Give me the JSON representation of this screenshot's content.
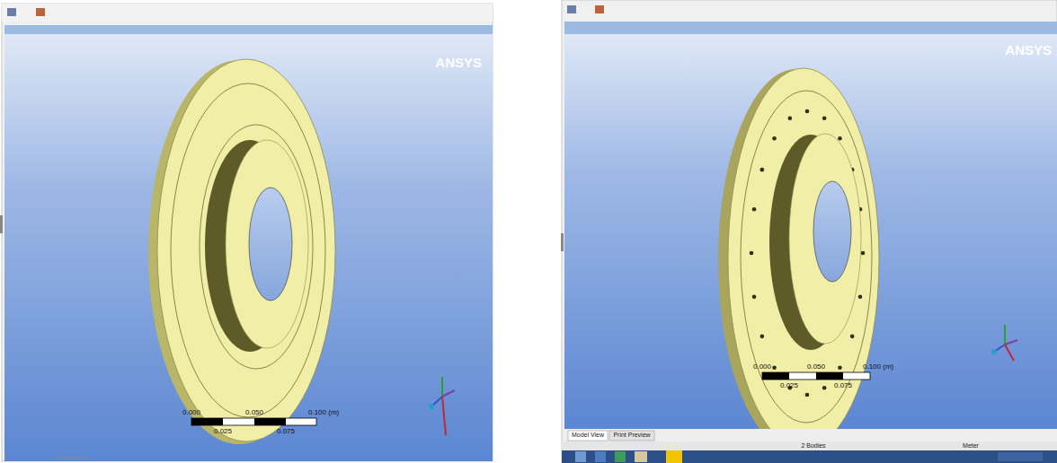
{
  "diagram": {
    "labels": [
      "ANSYS",
      "0.000",
      "0.050",
      "0.100 (m)",
      "0.025",
      "0.075",
      "ANSYS",
      "0.000",
      "0.050",
      "0.100 (m)",
      "0.025",
      "0.075",
      "Model View",
      "Print Preview",
      "2 Bodies",
      "Meter"
    ]
  }
}
